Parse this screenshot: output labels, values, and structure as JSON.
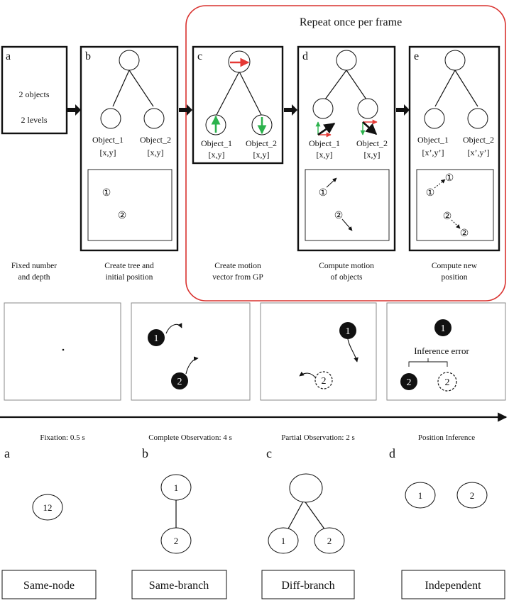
{
  "top": {
    "repeat_label": "Repeat once per frame",
    "panels": [
      {
        "letter": "a",
        "lines": [
          "2 objects",
          "2 levels"
        ],
        "caption": [
          "Fixed number",
          "and depth"
        ]
      },
      {
        "letter": "b",
        "obj1": "Object_1",
        "obj2": "Object_2",
        "pos1": "[x,y]",
        "pos2": "[x,y]",
        "num1": "①",
        "num2": "②",
        "caption": [
          "Create tree and",
          "initial position"
        ]
      },
      {
        "letter": "c",
        "obj1": "Object_1",
        "obj2": "Object_2",
        "pos1": "[x,y]",
        "pos2": "[x,y]",
        "caption": [
          "Create motion",
          "vector from GP"
        ]
      },
      {
        "letter": "d",
        "obj1": "Object_1",
        "obj2": "Object_2",
        "pos1": "[x,y]",
        "pos2": "[x,y]",
        "num1": "①",
        "num2": "②",
        "caption": [
          "Compute motion",
          "of objects"
        ]
      },
      {
        "letter": "e",
        "obj1": "Object_1",
        "obj2": "Object_2",
        "pos1": "[x’,y’]",
        "pos2": "[x’,y’]",
        "num1": "①",
        "num2": "②",
        "caption": [
          "Compute new",
          "position"
        ]
      }
    ]
  },
  "middle": {
    "frames": [
      {
        "label": "Fixation: 0.5 s"
      },
      {
        "label": "Complete Observation: 4 s",
        "ball1": "1",
        "ball2": "2"
      },
      {
        "label": "Partial Observation: 2 s",
        "ball1": "1",
        "ball2": "2"
      },
      {
        "label": "Position Inference",
        "ball1": "1",
        "ball2": "2",
        "error_label": "Inference error"
      }
    ]
  },
  "bottom": {
    "panels": [
      {
        "letter": "a",
        "node": "12",
        "name": "Same-node"
      },
      {
        "letter": "b",
        "top": "1",
        "bottom": "2",
        "name": "Same-branch"
      },
      {
        "letter": "c",
        "left": "1",
        "right": "2",
        "name": "Diff-branch"
      },
      {
        "letter": "d",
        "left": "1",
        "right": "2",
        "name": "Independent"
      }
    ]
  },
  "colors": {
    "repeat_border": "#d9322f",
    "arrow_red": "#e53935",
    "arrow_green": "#2bb24c",
    "stroke": "#111111"
  }
}
